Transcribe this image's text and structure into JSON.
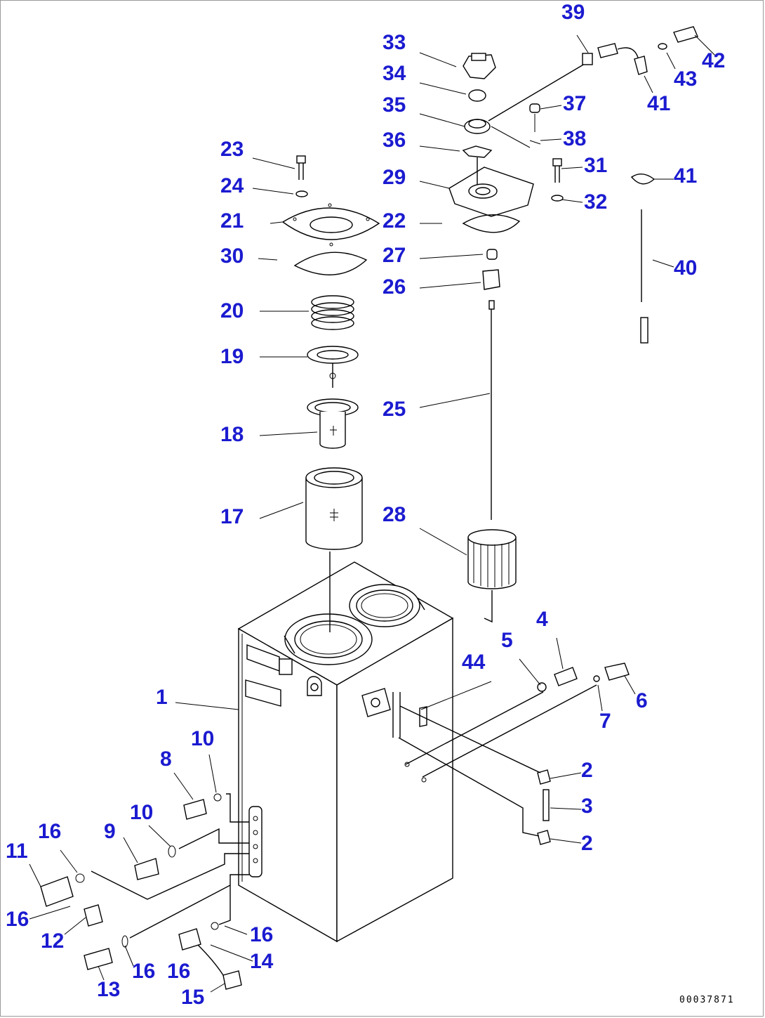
{
  "diagram": {
    "drawing_number": "00037871",
    "callouts": [
      {
        "id": "c39",
        "text": "39"
      },
      {
        "id": "c33",
        "text": "33"
      },
      {
        "id": "c34",
        "text": "34"
      },
      {
        "id": "c35",
        "text": "35"
      },
      {
        "id": "c37",
        "text": "37"
      },
      {
        "id": "c38",
        "text": "38"
      },
      {
        "id": "c42",
        "text": "42"
      },
      {
        "id": "c43",
        "text": "43"
      },
      {
        "id": "c41a",
        "text": "41"
      },
      {
        "id": "c36",
        "text": "36"
      },
      {
        "id": "c23",
        "text": "23"
      },
      {
        "id": "c31",
        "text": "31"
      },
      {
        "id": "c29",
        "text": "29"
      },
      {
        "id": "c41b",
        "text": "41"
      },
      {
        "id": "c24",
        "text": "24"
      },
      {
        "id": "c32",
        "text": "32"
      },
      {
        "id": "c21",
        "text": "21"
      },
      {
        "id": "c22",
        "text": "22"
      },
      {
        "id": "c30",
        "text": "30"
      },
      {
        "id": "c27",
        "text": "27"
      },
      {
        "id": "c40",
        "text": "40"
      },
      {
        "id": "c26",
        "text": "26"
      },
      {
        "id": "c20",
        "text": "20"
      },
      {
        "id": "c19",
        "text": "19"
      },
      {
        "id": "c25",
        "text": "25"
      },
      {
        "id": "c18",
        "text": "18"
      },
      {
        "id": "c17",
        "text": "17"
      },
      {
        "id": "c28",
        "text": "28"
      },
      {
        "id": "c4",
        "text": "4"
      },
      {
        "id": "c5",
        "text": "5"
      },
      {
        "id": "c44",
        "text": "44"
      },
      {
        "id": "c6",
        "text": "6"
      },
      {
        "id": "c7",
        "text": "7"
      },
      {
        "id": "c1",
        "text": "1"
      },
      {
        "id": "c10a",
        "text": "10"
      },
      {
        "id": "c8",
        "text": "8"
      },
      {
        "id": "c2a",
        "text": "2"
      },
      {
        "id": "c3",
        "text": "3"
      },
      {
        "id": "c10b",
        "text": "10"
      },
      {
        "id": "c2b",
        "text": "2"
      },
      {
        "id": "c16a",
        "text": "16"
      },
      {
        "id": "c9",
        "text": "9"
      },
      {
        "id": "c11",
        "text": "11"
      },
      {
        "id": "c16b",
        "text": "16"
      },
      {
        "id": "c12",
        "text": "12"
      },
      {
        "id": "c16c",
        "text": "16"
      },
      {
        "id": "c14",
        "text": "14"
      },
      {
        "id": "c16d",
        "text": "16"
      },
      {
        "id": "c16e",
        "text": "16"
      },
      {
        "id": "c13",
        "text": "13"
      },
      {
        "id": "c15",
        "text": "15"
      }
    ]
  }
}
